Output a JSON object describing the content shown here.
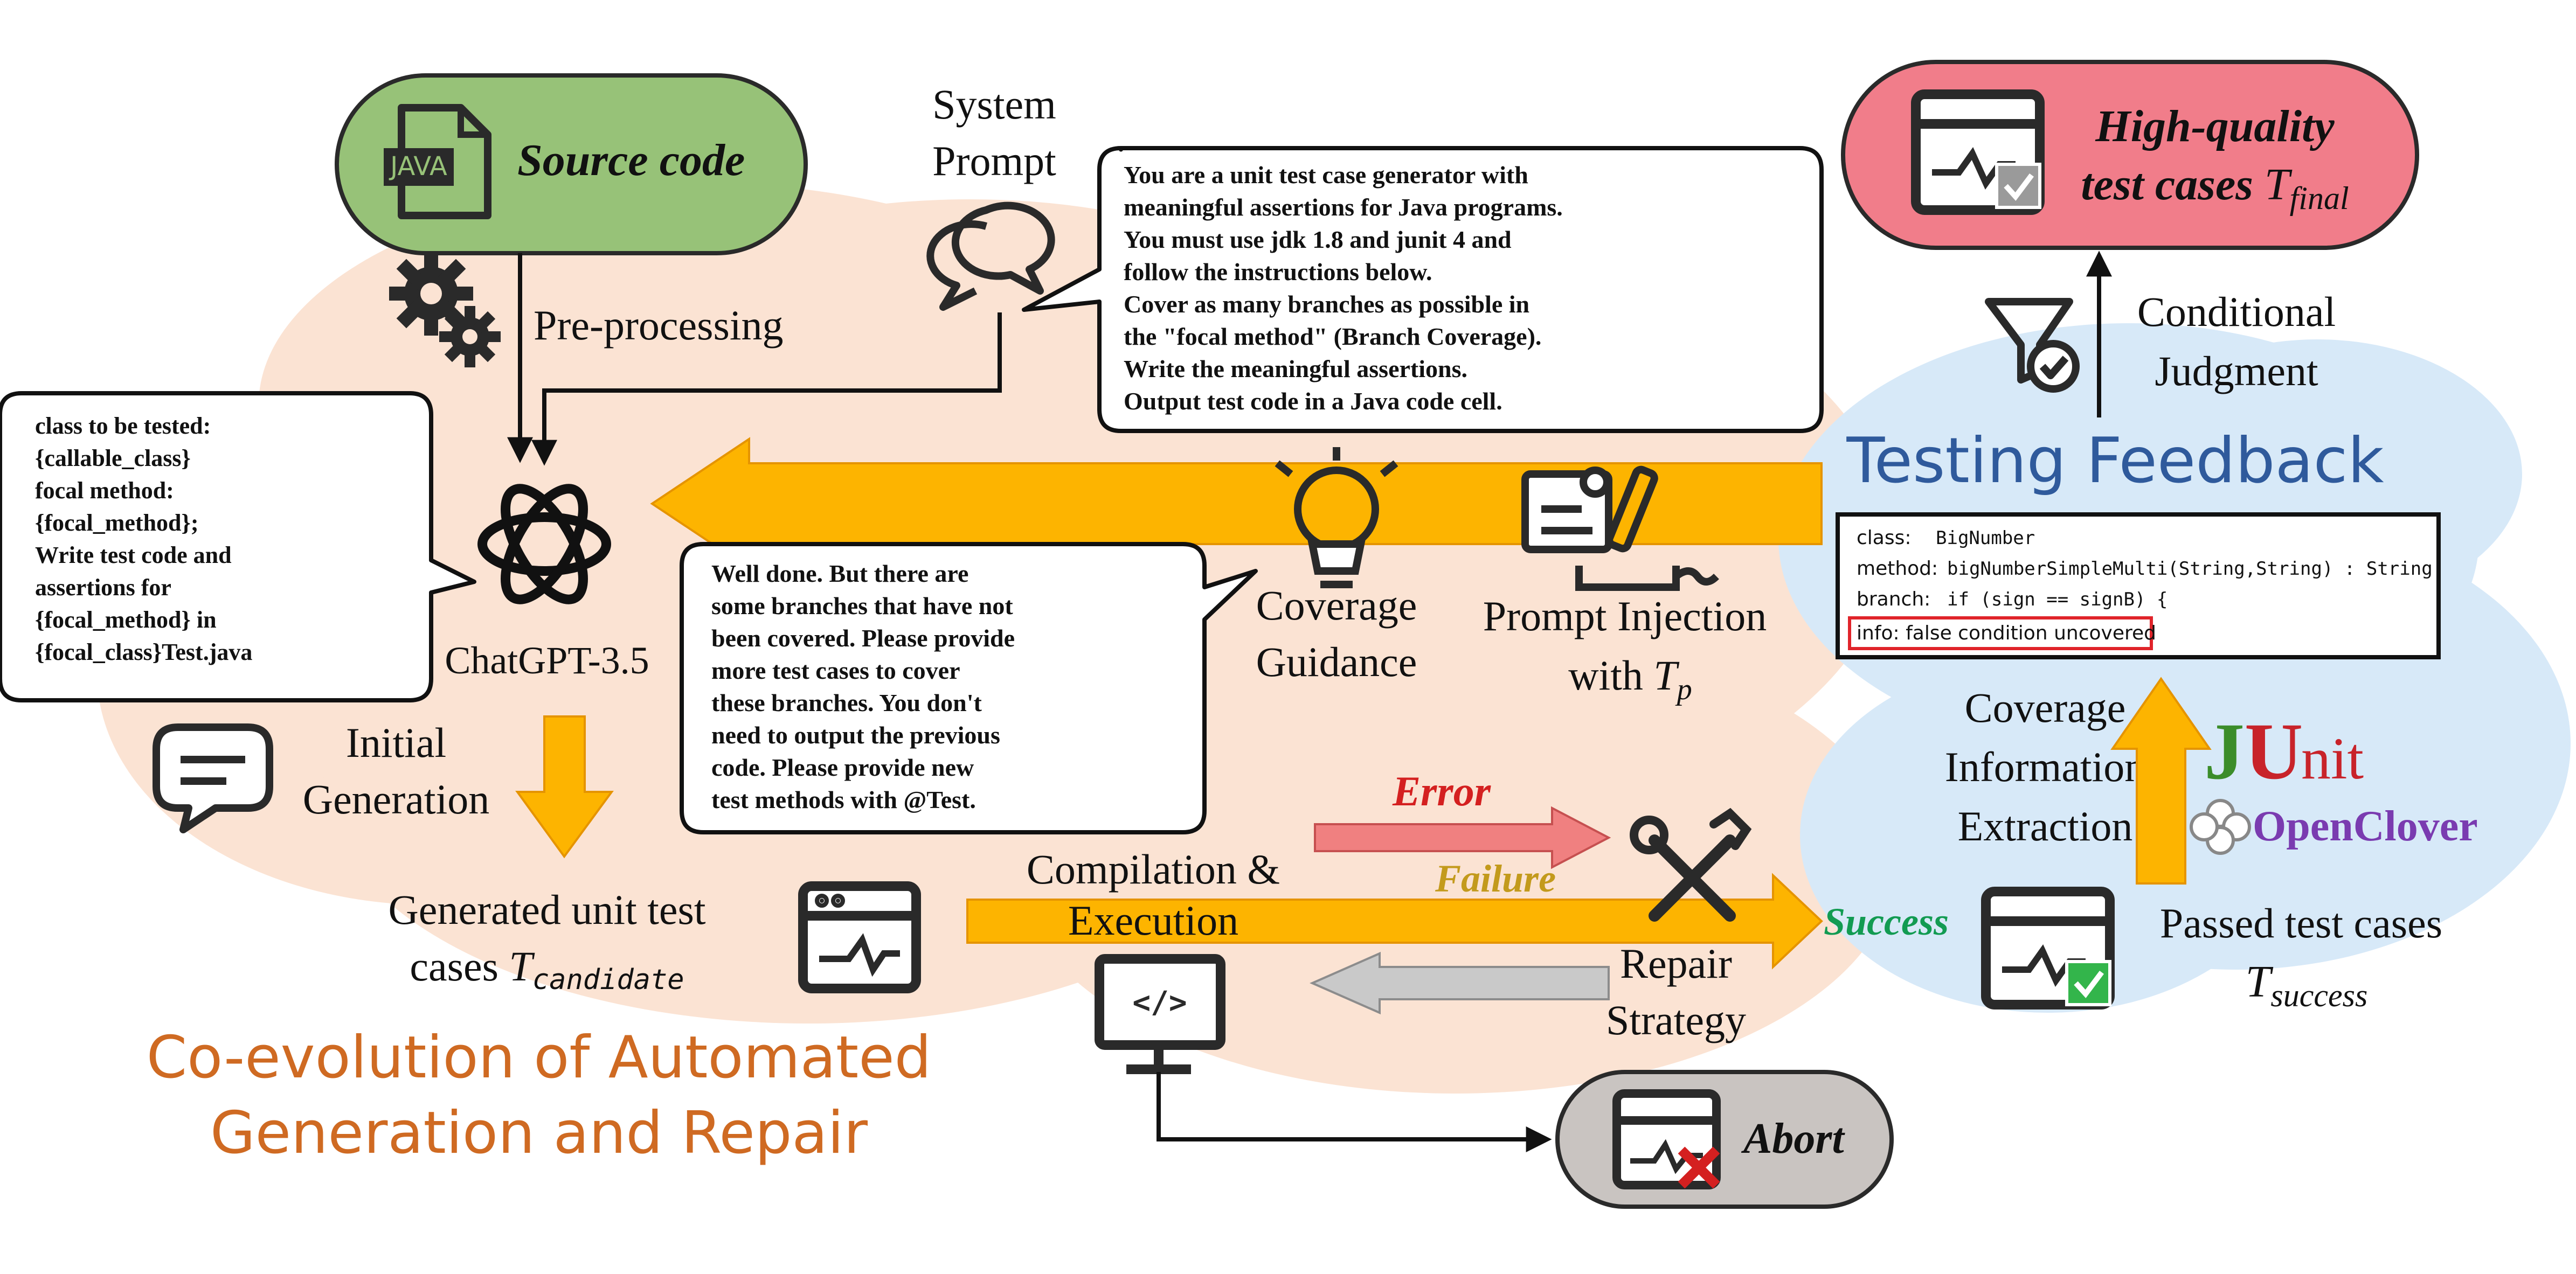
{
  "source_code": {
    "title": "Source code",
    "file_label": "JAVA"
  },
  "pre_processing": "Pre-processing",
  "system_prompt": {
    "label_line1": "System",
    "label_line2": "Prompt",
    "lines": [
      "You are a unit test case generator with",
      "meaningful assertions for Java programs.",
      "You must use jdk 1.8 and junit 4 and",
      "follow the instructions below.",
      "Cover as many branches as possible in",
      "the \"focal method\" (Branch Coverage).",
      "Write the meaningful assertions.",
      "Output test code in a Java code cell."
    ]
  },
  "class_prompt": {
    "lines": [
      "class to be tested:",
      "{callable_class}",
      "focal method:",
      "{focal_method};",
      "Write test code and",
      "assertions for",
      "{focal_method} in",
      "{focal_class}Test.java"
    ]
  },
  "llm": {
    "label": "ChatGPT-3.5"
  },
  "initial_generation": {
    "line1": "Initial",
    "line2": "Generation"
  },
  "feedback_prompt": {
    "lines": [
      "Well  done.  But  there  are",
      "some  branches  that  have  not",
      "been covered. Please provide",
      "more  test  cases  to  cover",
      "these  branches.  You  don't",
      "need  to  output  the  previous",
      "code.  Please  provide  new",
      "test methods with @Test."
    ]
  },
  "coverage_guidance": {
    "line1": "Coverage",
    "line2": "Guidance"
  },
  "prompt_injection": {
    "line1": "Prompt Injection",
    "line2_prefix": "with ",
    "symbol": "T",
    "subscript": "p"
  },
  "generated": {
    "line1": "Generated unit test",
    "line2_prefix": "cases ",
    "symbol": "T",
    "subscript": "candidate"
  },
  "compilation": {
    "line1": "Compilation &",
    "line2": "Execution"
  },
  "error_label": "Error",
  "failure_label": "Failure",
  "success_label": "Success",
  "repair": {
    "line1": "Repair",
    "line2": "Strategy"
  },
  "abort_label": "Abort",
  "coevolution": {
    "line1": "Co-evolution of Automated",
    "line2": "Generation and Repair"
  },
  "testing_feedback": {
    "title": "Testing Feedback",
    "rows": [
      {
        "key": "class:",
        "value": "BigNumber"
      },
      {
        "key": "method:",
        "value": "bigNumberSimpleMulti(String,String) : String"
      },
      {
        "key": "branch:",
        "value": "if (sign == signB) {"
      }
    ],
    "info": "info: false condition uncovered"
  },
  "coverage_extraction": {
    "line1": "Coverage",
    "line2": "Information",
    "line3": "Extraction"
  },
  "junit": {
    "j": "J",
    "u": "U",
    "rest": "nit"
  },
  "openclover": "OpenClover",
  "passed": {
    "line1": "Passed test cases",
    "symbol": "T",
    "subscript": "success"
  },
  "high_quality": {
    "line1": "High-quality",
    "line2": "test cases",
    "symbol": "T",
    "subscript": "final"
  },
  "conditional_judgment": {
    "line1": "Conditional",
    "line2": "Judgment"
  },
  "colors": {
    "peach_cloud": "#fbe3d3",
    "blue_cloud": "#d7e9f8",
    "source_green": "#97c278",
    "final_pink": "#f17d8a",
    "abort_gray": "#c9c4c1",
    "arrow_orange": "#fdb400",
    "error_red": "#f08080",
    "success_green": "#129b52",
    "failure_gold": "#c39a1c",
    "coevo_orange": "#cf6a22",
    "feedback_blue": "#2f5a9c",
    "icon_dark": "#2a2a2a"
  }
}
